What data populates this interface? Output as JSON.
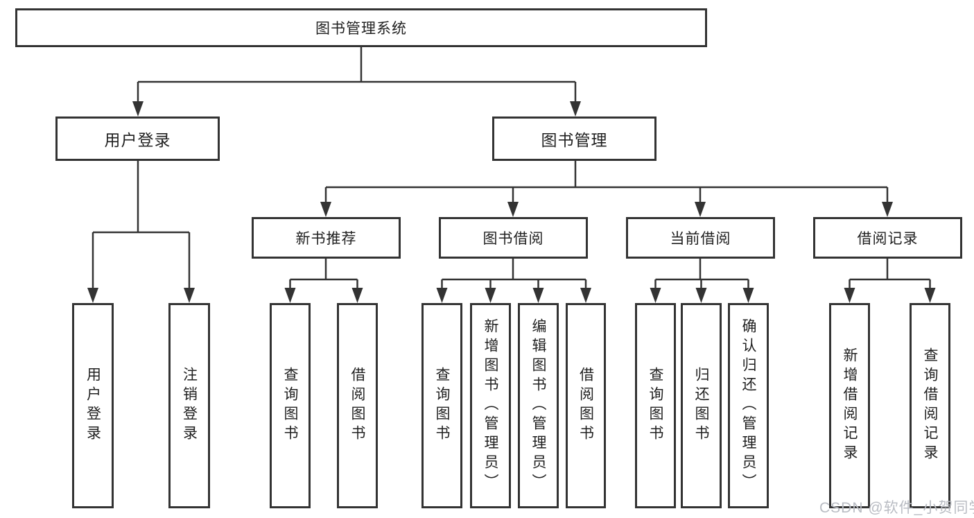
{
  "diagram": {
    "title": "图书管理系统",
    "branches": [
      {
        "label": "用户登录",
        "children": [
          "用户登录",
          "注销登录"
        ]
      },
      {
        "label": "图书管理",
        "sections": [
          {
            "label": "新书推荐",
            "children": [
              "查询图书",
              "借阅图书"
            ]
          },
          {
            "label": "图书借阅",
            "children": [
              "查询图书",
              "新增图书（管理员）",
              "编辑图书（管理员）",
              "借阅图书"
            ]
          },
          {
            "label": "当前借阅",
            "children": [
              "查询图书",
              "归还图书",
              "确认归还（管理员）"
            ]
          },
          {
            "label": "借阅记录",
            "children": [
              "新增借阅记录",
              "查询借阅记录"
            ]
          }
        ]
      }
    ]
  },
  "watermark": "CSDN @软件_小贺同学",
  "colors": {
    "line": "#333333",
    "box_border": "#333333",
    "text": "#1f1f1f",
    "watermark": "#b9bcc3",
    "background": "#ffffff"
  }
}
